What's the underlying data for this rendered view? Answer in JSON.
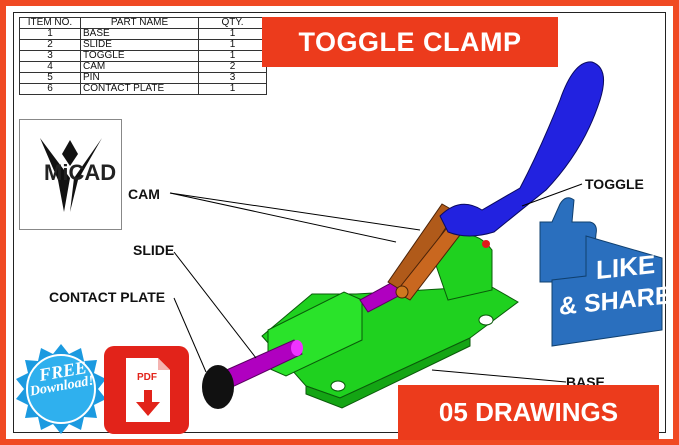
{
  "bom": {
    "headers": [
      "ITEM NO.",
      "PART NAME",
      "QTY."
    ],
    "rows": [
      {
        "item": "1",
        "name": "BASE",
        "qty": "1"
      },
      {
        "item": "2",
        "name": "SLIDE",
        "qty": "1"
      },
      {
        "item": "3",
        "name": "TOGGLE",
        "qty": "1"
      },
      {
        "item": "4",
        "name": "CAM",
        "qty": "2"
      },
      {
        "item": "5",
        "name": "PIN",
        "qty": "3"
      },
      {
        "item": "6",
        "name": "CONTACT PLATE",
        "qty": "1"
      }
    ]
  },
  "title": "TOGGLE CLAMP",
  "drawings_count": "05 DRAWINGS",
  "logo_text": "MiCAD",
  "callouts": {
    "cam": "CAM",
    "slide": "SLIDE",
    "contact_plate": "CONTACT PLATE",
    "toggle": "TOGGLE",
    "base": "BASE"
  },
  "badges": {
    "free_line1": "FREE",
    "free_line2": "Download!",
    "pdf": "PDF",
    "like": "LIKE",
    "share": "& SHARE"
  },
  "colors": {
    "frame": "#f04a23",
    "banner": "#ec3b1c",
    "base_part": "#1fd11f",
    "toggle_part": "#2222e0",
    "cam_part": "#b05a1a",
    "slide_part": "#b000c0",
    "like_blue": "#2a6fbe"
  }
}
